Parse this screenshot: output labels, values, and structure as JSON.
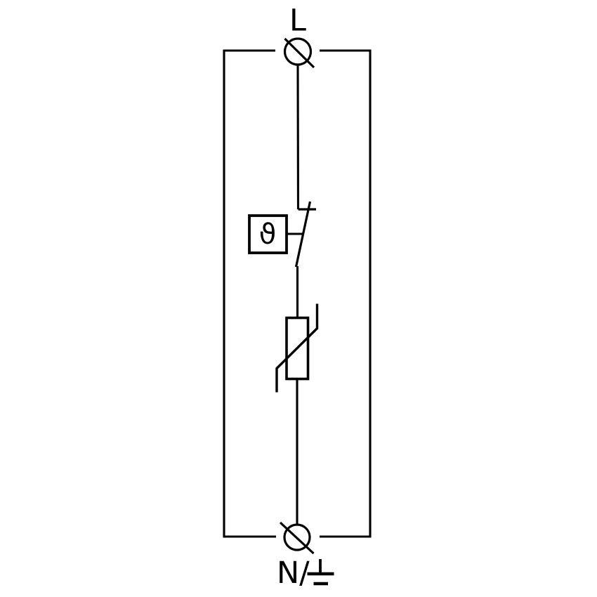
{
  "diagram": {
    "kind": "circuit-schematic",
    "background_color": "#ffffff",
    "line_color": "#000000",
    "labels": {
      "top_terminal": "L",
      "bottom_terminal_prefix": "N/",
      "thermal_disconnector": "ϑ"
    },
    "symbols": [
      "enclosure-outline",
      "terminal-icon-top",
      "thermal-disconnector-box",
      "disconnector-switch-blade",
      "varistor-icon",
      "terminal-icon-bottom",
      "earth-icon"
    ]
  }
}
